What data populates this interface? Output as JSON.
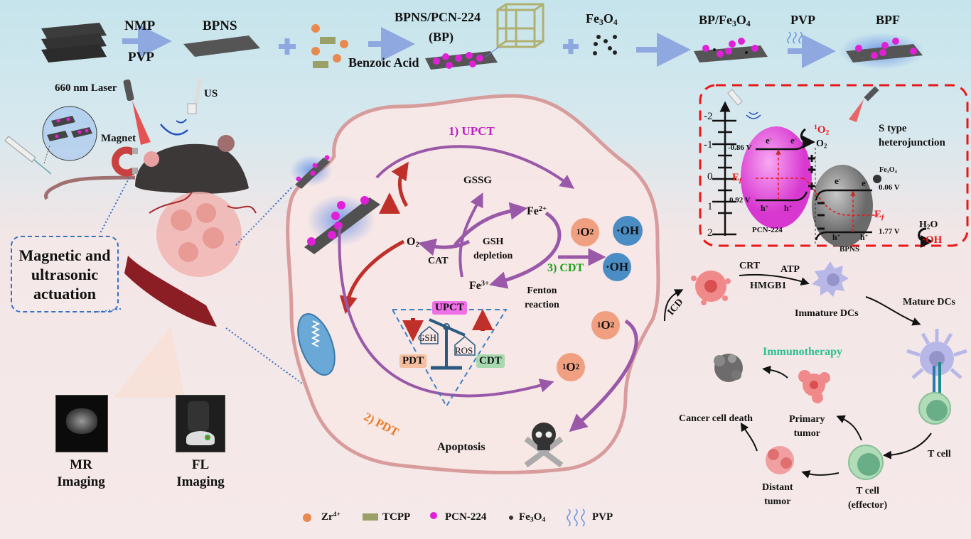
{
  "synthesis": {
    "step1_top": "NMP",
    "step1_bottom": "PVP",
    "bpns": "BPNS",
    "benzoic_acid": "Benzoic Acid",
    "bp_line1": "BPNS/PCN-224",
    "bp_line2": "(BP)",
    "fe3o4": "Fe3O4",
    "bp_fe3o4": "BP/Fe3O4",
    "pvp": "PVP",
    "bpf": "BPF"
  },
  "mouse_panel": {
    "laser": "660 nm Laser",
    "us": "US",
    "magnet": "Magnet",
    "actuation": [
      "Magnetic and",
      "ultrasonic",
      "actuation"
    ]
  },
  "imaging": {
    "mr": [
      "MR",
      "Imaging"
    ],
    "fl": [
      "FL",
      "Imaging"
    ]
  },
  "cell": {
    "upct": "1) UPCT",
    "pdt": "2) PDT",
    "cdt": "3) CDT",
    "gssg": "GSSG",
    "fe2": "Fe",
    "fe2_sup": "2+",
    "fe3": "Fe",
    "fe3_sup": "3+",
    "o2": "O",
    "cat": "CAT",
    "gsh_depletion": [
      "GSH",
      "depletion"
    ],
    "fenton": [
      "Fenton",
      "reaction"
    ],
    "singlet_o2": "O",
    "oh": "·OH",
    "apoptosis": "Apoptosis",
    "balance": {
      "upct": "UPCT",
      "gsh": "GSH",
      "ros": "ROS",
      "pdt": "PDT",
      "cdt": "CDT"
    }
  },
  "heterojunction": {
    "axis_ticks": [
      "-2",
      "-1",
      "0",
      "1",
      "2"
    ],
    "pcn_cb": "-0.86 V",
    "pcn_vb": "0.92 V",
    "bpns_cb": "0.06 V",
    "bpns_vb": "1.77 V",
    "ef": "E",
    "ef_sub": "f",
    "electron": "e",
    "hole": "h",
    "pcn_label": "PCN-224",
    "bpns_label": "BPNS",
    "fe3o4": "Fe3O4",
    "o2": "O",
    "singlet_o2": "O",
    "h2o": "H2O",
    "oh": "·OH",
    "title_line1": "S type",
    "title_line2": "heterojunction"
  },
  "immune": {
    "icd": "ICD",
    "crt": "CRT",
    "atp": "ATP",
    "hmgb1": "HMGB1",
    "immature": "Immature DCs",
    "mature": "Mature DCs",
    "immunotherapy": "Immunotherapy",
    "cancer_death": "Cancer cell death",
    "primary": [
      "Primary",
      "tumor"
    ],
    "distant": [
      "Distant",
      "tumor"
    ],
    "tcell": "T cell",
    "tcell_effector": [
      "T cell",
      "(effector)"
    ]
  },
  "legend": [
    {
      "icon": "zr-ion-icon",
      "label": "Zr",
      "sup": "4+"
    },
    {
      "icon": "tcpp-icon",
      "label": "TCPP"
    },
    {
      "icon": "pcn224-icon",
      "label": "PCN-224"
    },
    {
      "icon": "fe3o4-icon",
      "label": "Fe3O4"
    },
    {
      "icon": "pvp-icon",
      "label": "PVP"
    }
  ],
  "colors": {
    "upct": "#c020c0",
    "pdt": "#f07820",
    "cdt": "#1aa01a",
    "immunotherapy": "#2cc090",
    "red_accent": "#e8161a",
    "arrow_purple": "#9a58a8",
    "arrow_red": "#c0302a",
    "singlet_o2_fill": "#f0a080",
    "oh_fill": "#4a8cc4"
  }
}
